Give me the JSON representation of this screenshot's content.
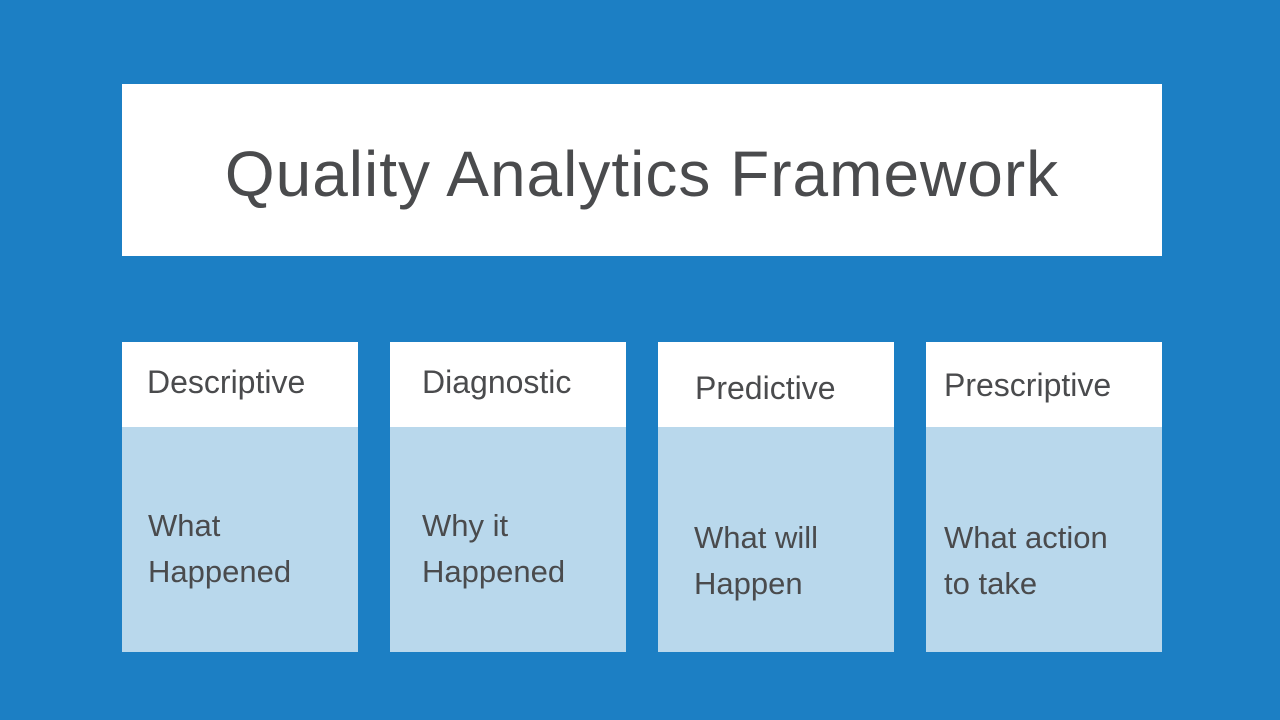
{
  "slide": {
    "title": "Quality Analytics Framework",
    "colors": {
      "background": "#1C7FC4",
      "card_header_bg": "#FFFFFF",
      "card_body_bg": "#B9D8EC",
      "text": "#4A4B4D"
    },
    "columns": [
      {
        "header": "Descriptive",
        "body": "What\nHappened"
      },
      {
        "header": "Diagnostic",
        "body": "Why it\nHappened"
      },
      {
        "header": "Predictive",
        "body": "What will\nHappen"
      },
      {
        "header": "Prescriptive",
        "body": "What action\nto take"
      }
    ]
  }
}
